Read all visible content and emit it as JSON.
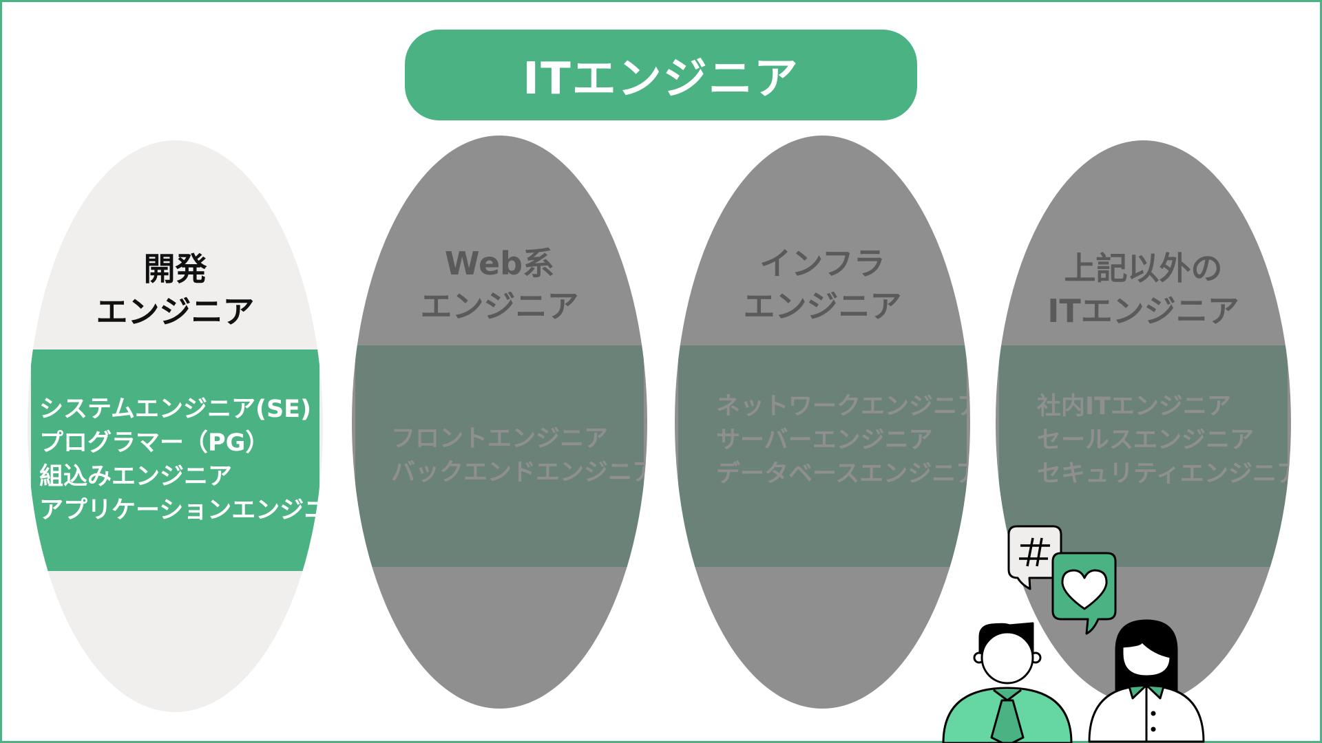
{
  "title": "ITエンジニア",
  "colors": {
    "accent": "#4bb383",
    "oval_gray": "#8f8f8f",
    "band_dark": "#6a8278",
    "oval_light": "#f0efee"
  },
  "categories": [
    {
      "heading": [
        "開発",
        "エンジニア"
      ],
      "items": [
        "システムエンジニア(SE)",
        "プログラマー（PG）",
        "組込みエンジニア",
        "アプリケーションエンジニア"
      ],
      "highlighted": true
    },
    {
      "heading": [
        "Web系",
        "エンジニア"
      ],
      "items": [
        "フロントエンジニア",
        "バックエンドエンジニア"
      ],
      "highlighted": false
    },
    {
      "heading": [
        "インフラ",
        "エンジニア"
      ],
      "items": [
        "ネットワークエンジニア",
        "サーバーエンジニア",
        "データベースエンジニア"
      ],
      "highlighted": false
    },
    {
      "heading": [
        "上記以外の",
        "ITエンジニア"
      ],
      "items": [
        "社内ITエンジニア",
        "セールスエンジニア",
        "セキュリティエンジニア"
      ],
      "highlighted": false
    }
  ],
  "illustration": {
    "icons": [
      "hashtag-bubble-icon",
      "heart-bubble-icon",
      "man-icon",
      "woman-icon"
    ]
  }
}
